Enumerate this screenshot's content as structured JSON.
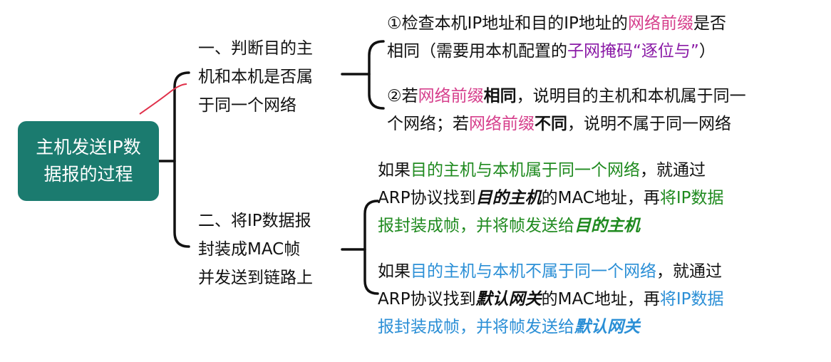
{
  "colors": {
    "root_bg": "#1b7b6f",
    "pink": "#d63f8c",
    "purple": "#8a1aa6",
    "green": "#1f8a1f",
    "blue": "#2b8fd6",
    "black": "#111111",
    "annotation": "#e0304a"
  },
  "root": {
    "lines": [
      "主机发送IP数",
      "据报的过程"
    ]
  },
  "node1": {
    "lines": [
      "一、判断目的主",
      "机和本机是否属",
      "于同一个网络"
    ]
  },
  "node2": {
    "lines": [
      "二、将IP数据报",
      "封装成MAC帧",
      "并发送到链路上"
    ]
  },
  "leaves": [
    {
      "lines": [
        [
          {
            "t": "①检查本机IP地址和目的IP地址的",
            "c": "black"
          },
          {
            "t": "网络前缀",
            "c": "pink"
          },
          {
            "t": "是否",
            "c": "black"
          }
        ],
        [
          {
            "t": "相同（需要用本机配置的",
            "c": "black"
          },
          {
            "t": "子网掩码“逐位与”",
            "c": "purple"
          },
          {
            "t": "）",
            "c": "black"
          }
        ]
      ]
    },
    {
      "lines": [
        [
          {
            "t": "②若",
            "c": "black"
          },
          {
            "t": "网络前缀",
            "c": "pink"
          },
          {
            "t": "相同",
            "c": "black",
            "s": "b"
          },
          {
            "t": "，说明目的主机和本机属于同一",
            "c": "black"
          }
        ],
        [
          {
            "t": "个网络；若",
            "c": "black"
          },
          {
            "t": "网络前缀",
            "c": "pink"
          },
          {
            "t": "不同",
            "c": "black",
            "s": "b"
          },
          {
            "t": "，说明不属于同一网络",
            "c": "black"
          }
        ]
      ]
    },
    {
      "lines": [
        [
          {
            "t": "如果",
            "c": "black"
          },
          {
            "t": "目的主机与本机属于同一个网络",
            "c": "green"
          },
          {
            "t": "，就通过",
            "c": "black"
          }
        ],
        [
          {
            "t": "ARP协议找到",
            "c": "black"
          },
          {
            "t": "目的主机",
            "c": "black",
            "s": "i"
          },
          {
            "t": "的MAC地址，再",
            "c": "black"
          },
          {
            "t": "将IP数据",
            "c": "green"
          }
        ],
        [
          {
            "t": "报封装成帧，并将帧发送给",
            "c": "green"
          },
          {
            "t": "目的主机",
            "c": "green",
            "s": "i"
          }
        ]
      ]
    },
    {
      "lines": [
        [
          {
            "t": "如果",
            "c": "black"
          },
          {
            "t": "目的主机与本机不属于同一个网络",
            "c": "blue"
          },
          {
            "t": "，就通过",
            "c": "black"
          }
        ],
        [
          {
            "t": "ARP协议找到",
            "c": "black"
          },
          {
            "t": "默认网关",
            "c": "black",
            "s": "i"
          },
          {
            "t": "的MAC地址，再",
            "c": "black"
          },
          {
            "t": "将IP数据",
            "c": "blue"
          }
        ],
        [
          {
            "t": "报封装成帧，并将帧发送给",
            "c": "blue"
          },
          {
            "t": "默认网关",
            "c": "blue",
            "s": "i"
          }
        ]
      ]
    }
  ]
}
